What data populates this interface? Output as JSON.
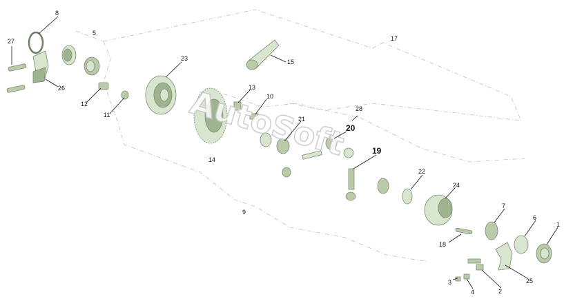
{
  "watermark": "AutoSoft",
  "colors": {
    "part_fill": "#d9e6cf",
    "part_shade": "#9fb48e",
    "outline": "#7a8a73",
    "label": "#111111"
  },
  "labels": {
    "l1": "1",
    "l2": "2",
    "l3": "3",
    "l4": "4",
    "l5": "5",
    "l6": "6",
    "l7": "7",
    "l8": "8",
    "l9": "9",
    "l10": "10",
    "l11": "11",
    "l12": "12",
    "l13": "13",
    "l14": "14",
    "l15": "15",
    "l17": "17",
    "l18": "18",
    "l19": "19",
    "l20": "20",
    "l21": "21",
    "l22": "22",
    "l23": "23",
    "l24": "24",
    "l25": "25",
    "l26": "26",
    "l27": "27",
    "l28": "28"
  }
}
